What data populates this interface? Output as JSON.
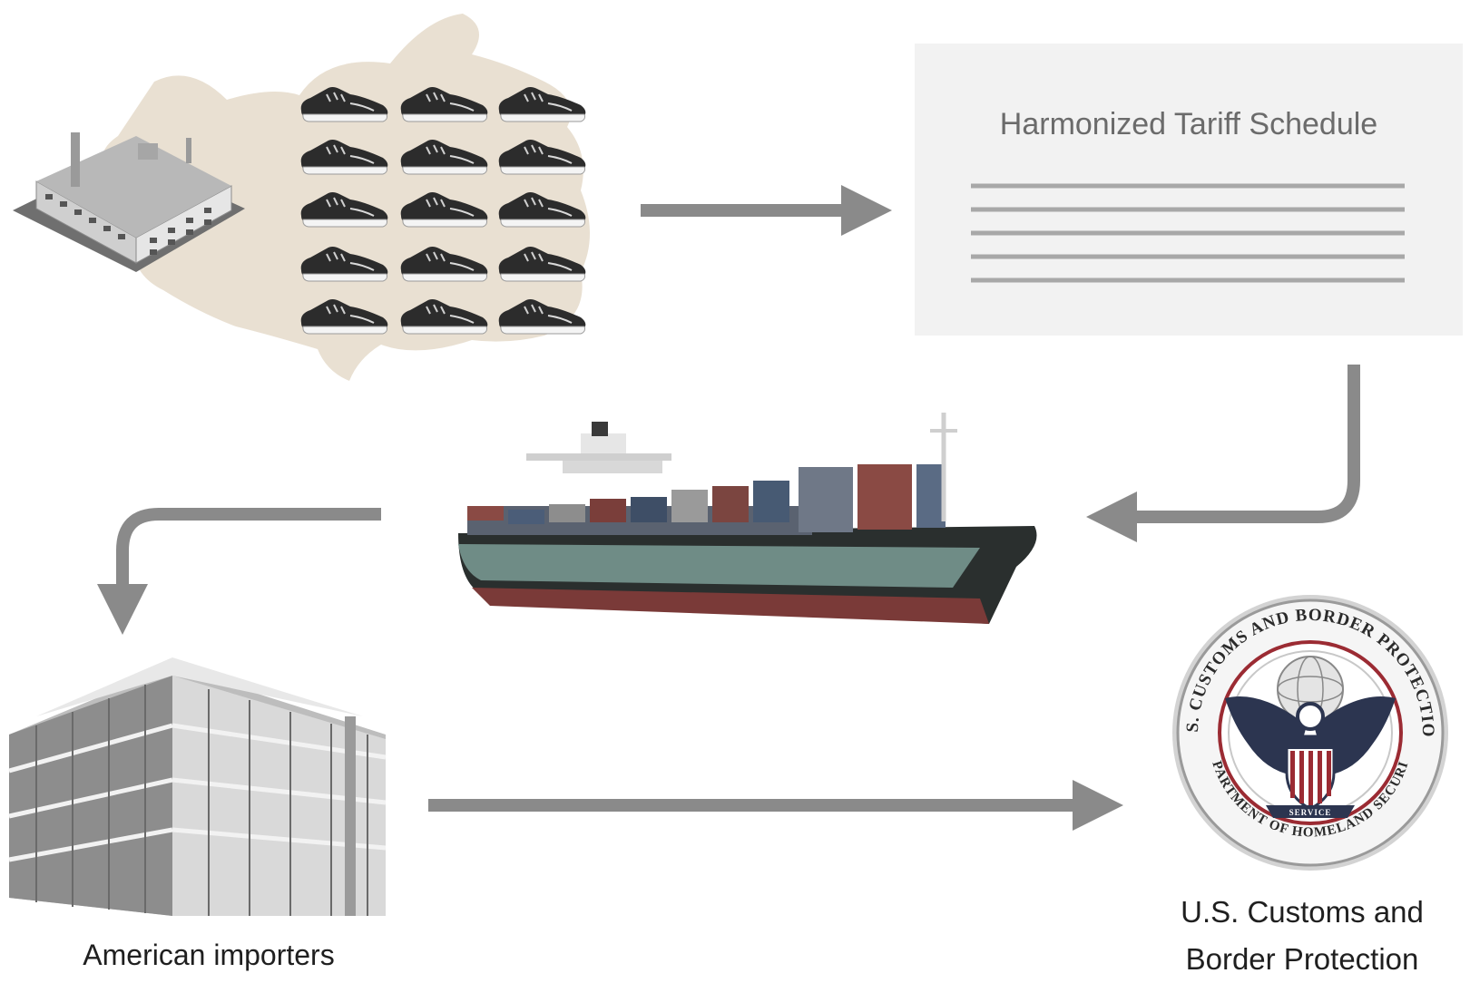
{
  "tariff_schedule": {
    "title": "Harmonized Tariff Schedule"
  },
  "labels": {
    "importers": "American importers",
    "cbp_line1": "U.S. Customs and",
    "cbp_line2": "Border Protection"
  },
  "seal": {
    "outer_top": "U.S. CUSTOMS AND BORDER PROTECTION",
    "outer_bottom": "DEPARTMENT OF HOMELAND SECURITY",
    "ribbon": "SERVICE"
  },
  "colors": {
    "arrow": "#8a8a8a",
    "map_fill": "#e9e0d2",
    "document_bg": "#f2f2f2",
    "document_lines": "#a8a8a8",
    "seal_navy": "#2c3550",
    "seal_red": "#9b2b33"
  },
  "icons": [
    "factory-icon",
    "sneaker-icon",
    "china-map",
    "cargo-ship-icon",
    "office-building-icon",
    "cbp-seal"
  ]
}
